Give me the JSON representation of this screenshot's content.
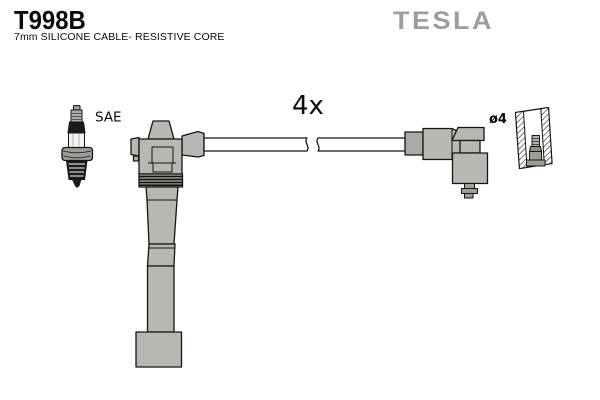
{
  "page": {
    "part_number": "T998B",
    "description": "7mm SILICONE CABLE- RESISTIVE CORE",
    "brand": "TESLA"
  },
  "labels": {
    "plug_standard": "SAE",
    "quantity": "4x",
    "diameter": "ø4"
  },
  "colors": {
    "background": "#ffffff",
    "text": "#0a0a0a",
    "logo_gray": "#9aa09c",
    "outline": "#151515",
    "boot_gray": "#b5b9b1",
    "ferrule_gray": "#a8aca4",
    "metal_gray": "#9aa098",
    "dark_metal": "#1b1b1b"
  }
}
